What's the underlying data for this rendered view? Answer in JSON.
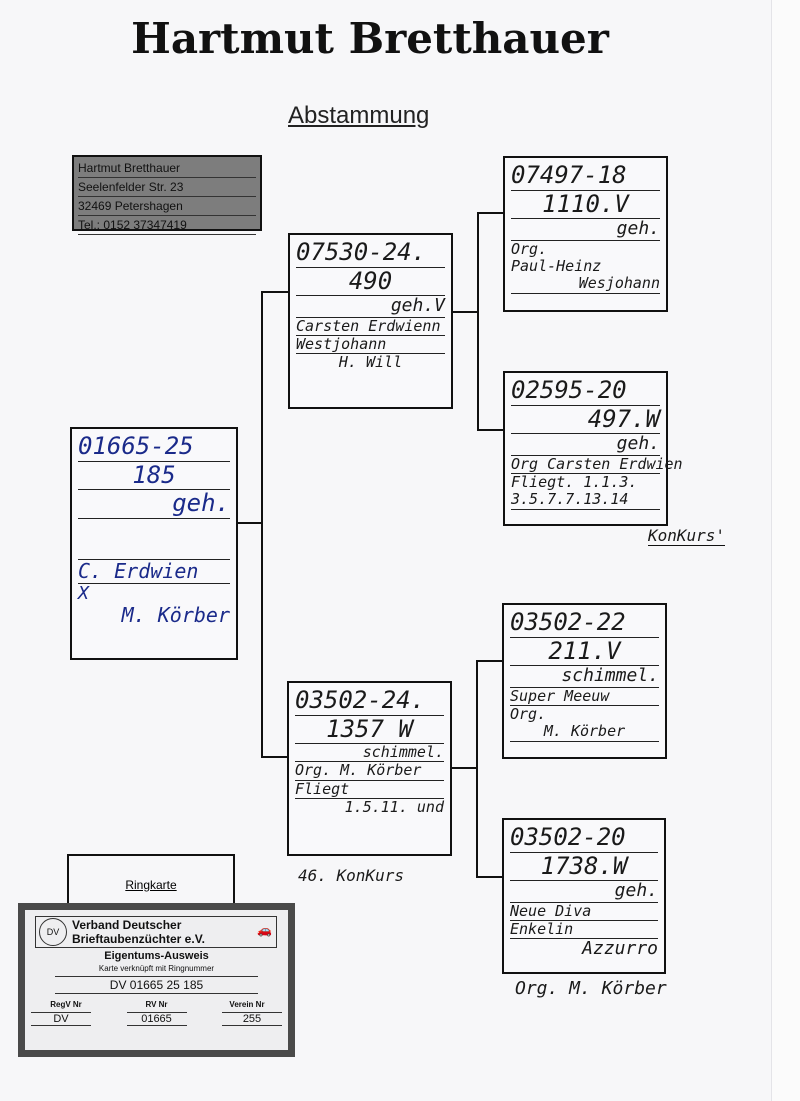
{
  "header": {
    "title": "Hartmut Bretthauer",
    "subtitle": "Abstammung"
  },
  "address": [
    "Hartmut Bretthauer",
    "Seelenfelder Str. 23",
    "32469 Petershagen",
    "Tel.: 0152 37347419"
  ],
  "root": {
    "lines": [
      "01665-25",
      "185",
      "geh.",
      "",
      "C. Erdwien",
      "X",
      "M. Körber"
    ]
  },
  "sire": {
    "lines": [
      "07530-24.",
      "490",
      "geh.V",
      "Carsten Erdwienn",
      "Westjohann",
      "H. Will"
    ]
  },
  "dam": {
    "lines": [
      "03502-24.",
      "1357 W",
      "schimmel.",
      "Org. M. Körber",
      "Fliegt",
      "1.5.11. und"
    ],
    "extra": "46. KonKurs"
  },
  "sire_sire": {
    "lines": [
      "07497-18",
      "1110.V",
      "geh.",
      "Org.",
      "Paul-Heinz",
      "Wesjohann"
    ]
  },
  "sire_dam": {
    "lines": [
      "02595-20",
      "497.W",
      "geh.",
      "Org Carsten Erdwien",
      "Fliegt. 1.1.3.",
      "3.5.7.7.13.14"
    ],
    "extra": "KonKurs'"
  },
  "dam_sire": {
    "lines": [
      "03502-22",
      "211.V",
      "schimmel.",
      "Super Meeuw",
      "Org.",
      "M. Körber"
    ]
  },
  "dam_dam": {
    "lines": [
      "03502-20",
      "1738.W",
      "geh.",
      "Neue Diva",
      "Enkelin",
      "Azzurro"
    ],
    "extra": "Org. M. Körber"
  },
  "ringkarte": {
    "label": "Ringkarte",
    "org_line1": "Verband Deutscher",
    "org_line2": "Brieftaubenzüchter e.V.",
    "logo_text": "DV",
    "heading": "Eigentums-Ausweis",
    "subheading": "Karte verknüpft mit Ringnummer",
    "ring_number": "DV 01665 25 185",
    "col_labels": [
      "RegV Nr",
      "RV Nr",
      "Verein Nr"
    ],
    "col_values": [
      "DV",
      "01665",
      "255"
    ]
  }
}
